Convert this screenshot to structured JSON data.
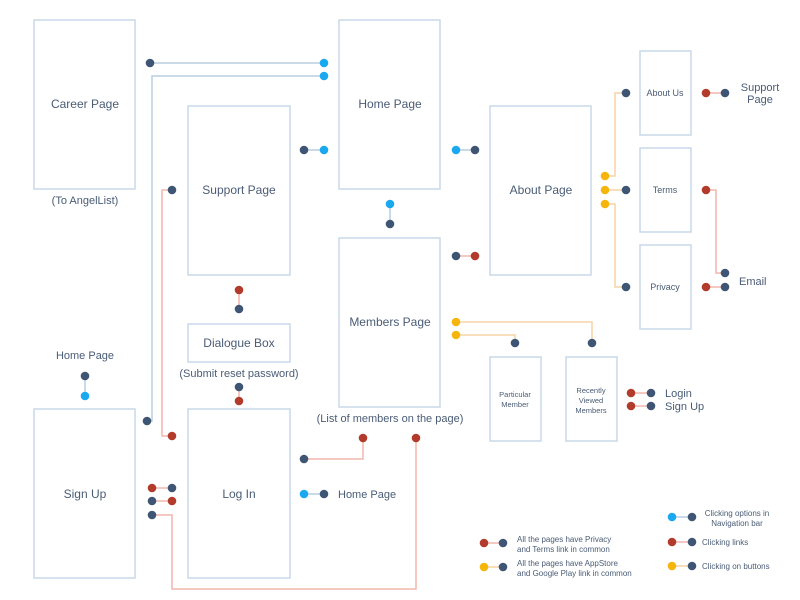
{
  "colors": {
    "blue": "#1aa9f0",
    "red": "#b23b2c",
    "orange": "#f5b50a",
    "navy": "#3e5574",
    "box_border": "#c9d9e8",
    "text": "#4a5c75"
  },
  "pages": {
    "career": {
      "title": "Career Page",
      "note": "(To AngelList)"
    },
    "home": {
      "title": "Home Page"
    },
    "support": {
      "title": "Support Page"
    },
    "about": {
      "title": "About Page"
    },
    "about_us": {
      "title": "About Us"
    },
    "terms": {
      "title": "Terms"
    },
    "privacy": {
      "title": "Privacy"
    },
    "members": {
      "title": "Members Page",
      "note": "(List of members on the page)"
    },
    "dialogue": {
      "title": "Dialogue Box",
      "note": "(Submit reset password)"
    },
    "particular_member": {
      "line1": "Particular",
      "line2": "Member"
    },
    "recently_viewed": {
      "line1": "Recently",
      "line2": "Viewed",
      "line3": "Members"
    },
    "signup": {
      "title": "Sign Up"
    },
    "login": {
      "title": "Log In"
    }
  },
  "external_labels": {
    "support_page": {
      "line1": "Support",
      "line2": "Page"
    },
    "email": "Email",
    "login": "Login",
    "signup": "Sign Up",
    "home_page_left": "Home Page",
    "home_page_bottom": "Home Page"
  },
  "legend": {
    "privacy_terms": {
      "line1": "All the pages have Privacy",
      "line2": "and Terms link in common"
    },
    "appstore": {
      "line1": "All the pages have AppStore",
      "line2": "and Google Play link in common"
    },
    "nav": {
      "line1": "Clicking options in",
      "line2": "Navigation bar"
    },
    "links": "Clicking links",
    "buttons": "Clicking on buttons"
  }
}
